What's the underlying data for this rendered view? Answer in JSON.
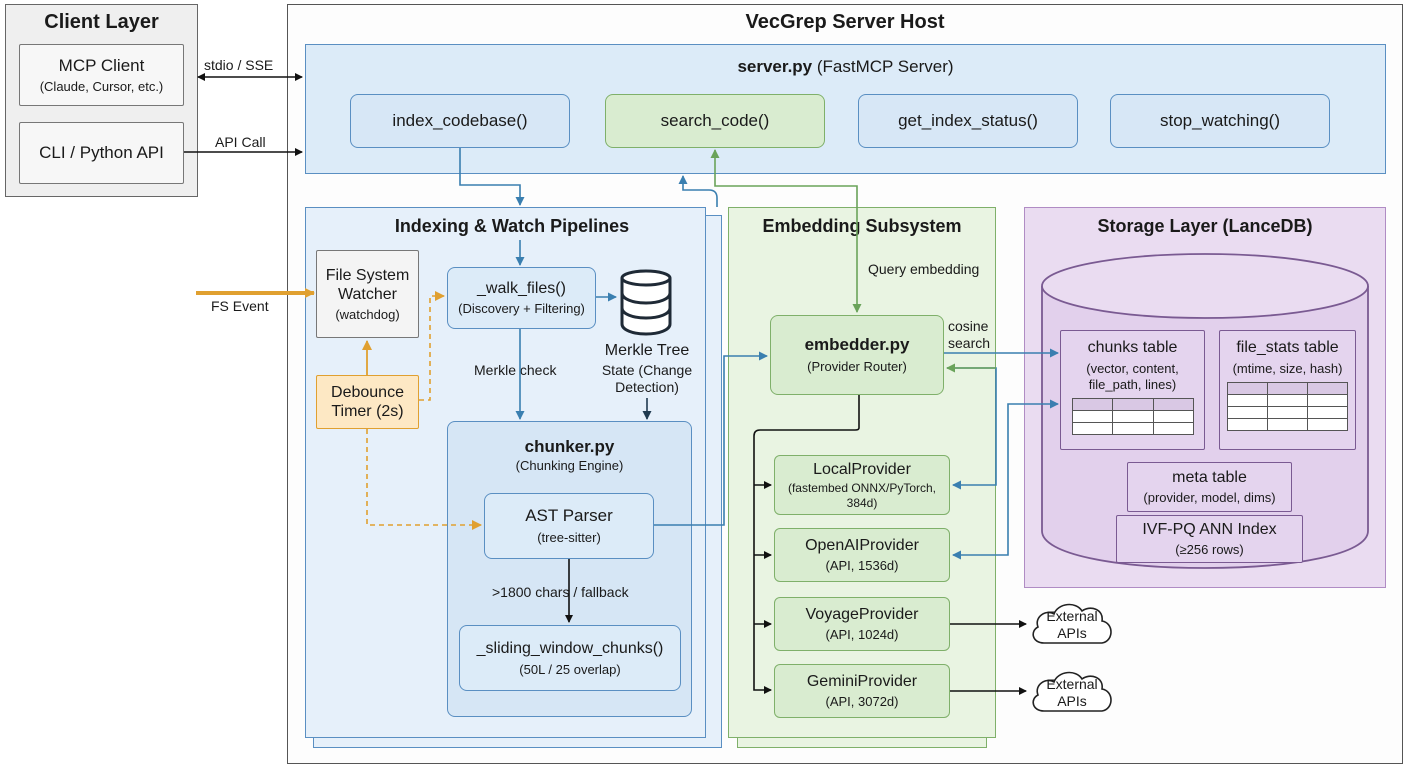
{
  "client": {
    "title": "Client Layer",
    "mcp_client": {
      "title": "MCP Client",
      "sub": "(Claude, Cursor, etc.)"
    },
    "cli": {
      "title": "CLI / Python API"
    }
  },
  "edges": {
    "stdio": "stdio / SSE",
    "api_call": "API Call",
    "fs_event": "FS Event",
    "merkle_check": "Merkle check",
    "fallback": ">1800 chars / fallback",
    "query_embedding": "Query embedding",
    "cosine_1": "cosine",
    "cosine_2": "search"
  },
  "host": {
    "title": "VecGrep Server Host"
  },
  "server": {
    "title_bold": "server.py",
    "title_rest": "(FastMCP Server)",
    "tools": [
      {
        "label": "index_codebase()"
      },
      {
        "label": "search_code()"
      },
      {
        "label": "get_index_status()"
      },
      {
        "label": "stop_watching()"
      }
    ]
  },
  "indexing": {
    "title": "Indexing & Watch Pipelines",
    "watcher": {
      "line1": "File System",
      "line2": "Watcher",
      "sub": "(watchdog)"
    },
    "debounce": {
      "line1": "Debounce",
      "line2": "Timer (2s)"
    },
    "walk": {
      "title": "_walk_files()",
      "sub": "(Discovery + Filtering)"
    },
    "merkle": {
      "title": "Merkle Tree",
      "sub1": "State (Change",
      "sub2": "Detection)"
    },
    "chunker": {
      "title": "chunker.py",
      "sub": "(Chunking Engine)"
    },
    "ast": {
      "title": "AST Parser",
      "sub": "(tree-sitter)"
    },
    "sliding": {
      "title": "_sliding_window_chunks()",
      "sub": "(50L / 25 overlap)"
    }
  },
  "embedding": {
    "title": "Embedding Subsystem",
    "embedder": {
      "title": "embedder.py",
      "sub": "(Provider Router)"
    },
    "providers": [
      {
        "title": "LocalProvider",
        "sub1": "(fastembed ONNX/PyTorch,",
        "sub2": "384d)"
      },
      {
        "title": "OpenAIProvider",
        "sub1": "(API, 1536d)",
        "sub2": ""
      },
      {
        "title": "VoyageProvider",
        "sub1": "(API, 1024d)",
        "sub2": ""
      },
      {
        "title": "GeminiProvider",
        "sub1": "(API, 3072d)",
        "sub2": ""
      }
    ],
    "external_1": {
      "line1": "External",
      "line2": "APIs"
    },
    "external_2": {
      "line1": "External",
      "line2": "APIs"
    }
  },
  "storage": {
    "title": "Storage Layer (LanceDB)",
    "chunks": {
      "title": "chunks table",
      "sub1": "(vector, content,",
      "sub2": "file_path, lines)"
    },
    "file_stats": {
      "title": "file_stats table",
      "sub": "(mtime, size, hash)"
    },
    "meta": {
      "title": "meta table",
      "sub": "(provider, model, dims)"
    },
    "ivf": {
      "title": "IVF-PQ ANN Index",
      "sub": "(≥256 rows)"
    }
  },
  "colors": {
    "blue_border": "#5a8fc2",
    "blue_fill": "#dcebf8",
    "green_border": "#7fb06a",
    "green_fill": "#d9ecd0",
    "purple_border": "#b08cc4",
    "purple_fill": "#eadcf1",
    "orange": "#e0a030",
    "orange_fill": "#fde8c4",
    "arrow_blue": "#3a7fb0",
    "arrow_green": "#6aa35a"
  }
}
